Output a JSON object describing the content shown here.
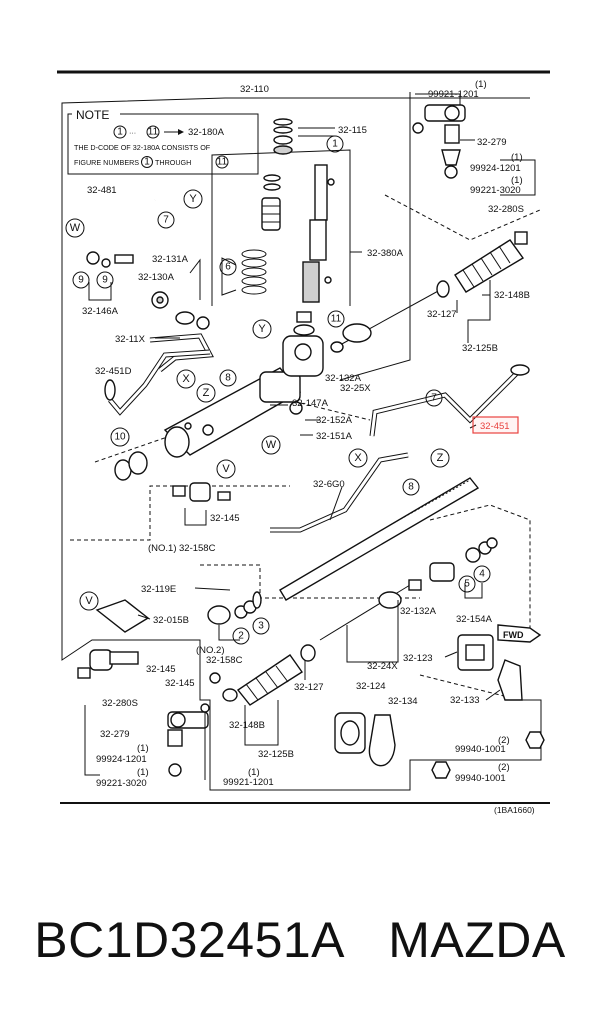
{
  "diagram": {
    "title_code": "32-110",
    "note": {
      "heading": "NOTE",
      "range_from": "1",
      "range_to": "11",
      "arrow_target": "32-180A",
      "line2": "THE D-CODE OF 32-180A CONSISTS OF",
      "line3_a": "FIGURE NUMBERS",
      "line3_n1": "1",
      "line3_mid": "THROUGH",
      "line3_n2": "11"
    },
    "labels": {
      "l_99921_1201_top": "99921-1201",
      "l_qty1_a": "(1)",
      "l_32_279_top": "32-279",
      "l_99924_1201_top": "99924-1201",
      "l_qty1_b": "(1)",
      "l_99221_3020_top": "99221-3020",
      "l_qty1_c": "(1)",
      "l_32_280S_top": "32-280S",
      "l_32_115": "32-115",
      "l_32_380A": "32-380A",
      "l_32_481": "32-481",
      "l_32_131A": "32-131A",
      "l_32_130A": "32-130A",
      "l_32_146A": "32-146A",
      "l_32_11X": "32-11X",
      "l_32_451D": "32-451D",
      "l_32_148B_top": "32-148B",
      "l_32_127_top": "32-127",
      "l_32_125B_top": "32-125B",
      "l_32_132A_top": "32-132A",
      "l_32_25X": "32-25X",
      "l_32_147A": "32-147A",
      "l_32_152A": "32-152A",
      "l_32_151A": "32-151A",
      "l_32_451": "32-451",
      "l_32_6G0": "32-6G0",
      "l_32_145_mid": "32-145",
      "l_no1": "(NO.1)",
      "l_32_158C_mid": "32-158C",
      "l_32_119E": "32-119E",
      "l_32_015B": "32-015B",
      "l_no2": "(NO.2)",
      "l_32_158C_low": "32-158C",
      "l_32_145_low1": "32-145",
      "l_32_145_low2": "32-145",
      "l_32_132A_low": "32-132A",
      "l_32_154A": "32-154A",
      "l_32_24X": "32-24X",
      "l_32_123": "32-123",
      "l_32_127_low": "32-127",
      "l_32_124": "32-124",
      "l_32_134": "32-134",
      "l_32_133": "32-133",
      "l_32_148B_low": "32-148B",
      "l_32_125B_low": "32-125B",
      "l_32_280S_low": "32-280S",
      "l_32_279_low": "32-279",
      "l_99924_1201_low": "99924-1201",
      "l_qty1_d": "(1)",
      "l_99221_3020_low": "99221-3020",
      "l_qty1_e": "(1)",
      "l_99921_1201_low": "99921-1201",
      "l_qty1_f": "(1)",
      "l_99940_1001_a": "99940-1001",
      "l_qty2_a": "(2)",
      "l_99940_1001_b": "99940-1001",
      "l_qty2_b": "(2)",
      "fwd": "FWD",
      "figure_code": "(1BA1660)"
    },
    "letters": {
      "W": "W",
      "Y": "Y",
      "X": "X",
      "Z": "Z",
      "V": "V"
    },
    "numbers": {
      "n1": "1",
      "n2": "2",
      "n3": "3",
      "n4": "4",
      "n5": "5",
      "n6": "6",
      "n7": "7",
      "n8": "8",
      "n9": "9",
      "n10": "10",
      "n11": "11"
    },
    "highlight_color": "#e8423f"
  },
  "caption": {
    "part_number": "BC1D32451A",
    "brand": "MAZDA"
  }
}
